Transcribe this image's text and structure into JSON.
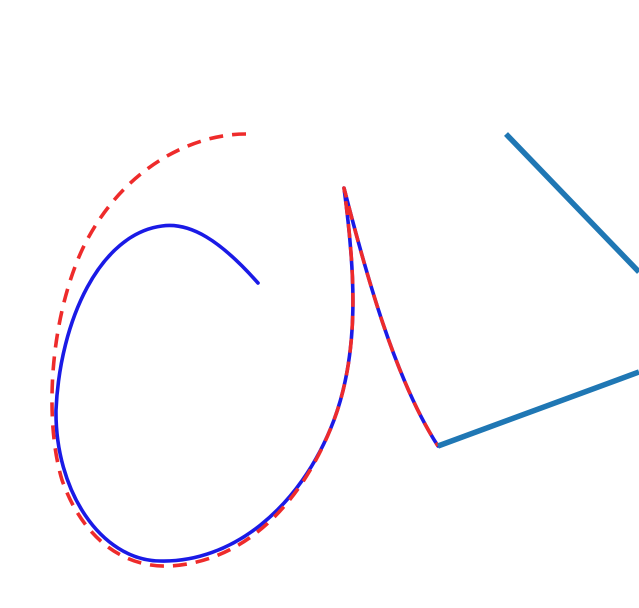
{
  "diagram": {
    "background": "#ffffff",
    "curves": [
      {
        "id": "solid-blue-curve",
        "stroke": "#1a1ae6",
        "dashed": false
      },
      {
        "id": "dashed-red-curve",
        "stroke": "#ee2b2b",
        "dashed": true
      },
      {
        "id": "polyline-steelblue",
        "stroke": "#1f77b4",
        "dashed": false
      }
    ]
  }
}
